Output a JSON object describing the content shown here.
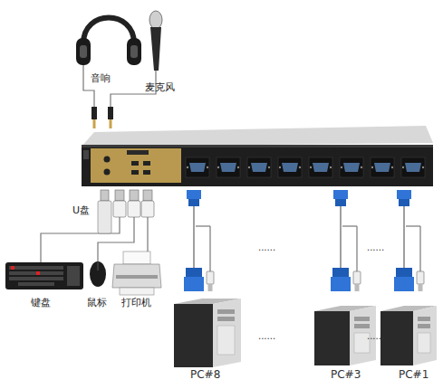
{
  "diagram": {
    "labels": [
      "音响",
      "麦克风",
      "U盘",
      "键盘",
      "鼠标",
      "打印机",
      "PC#8",
      "PC#3",
      "PC#1",
      "......",
      "......",
      "......",
      "......"
    ]
  }
}
